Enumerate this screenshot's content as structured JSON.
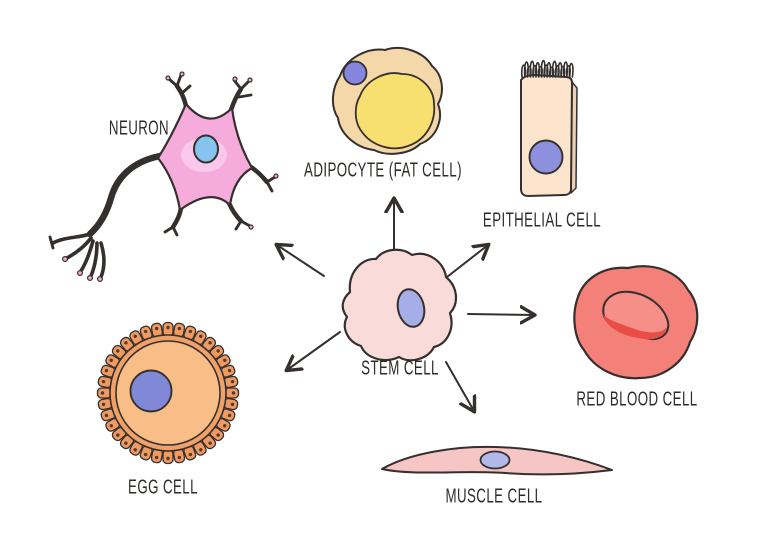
{
  "figure": {
    "background": "#ffffff",
    "center_cell": {
      "label": "STEM CELL"
    },
    "derived_cells": [
      {
        "id": "neuron",
        "label": "NEURON"
      },
      {
        "id": "adipocyte",
        "label": "ADIPOCYTE (FAT CELL)"
      },
      {
        "id": "epithelial",
        "label": "EPITHELIAL CELL"
      },
      {
        "id": "red_blood",
        "label": "RED BLOOD CELL"
      },
      {
        "id": "muscle",
        "label": "MUSCLE CELL"
      },
      {
        "id": "egg",
        "label": "EGG CELL"
      }
    ],
    "arrow_count": 6
  },
  "colors": {
    "ink": "#35302d",
    "label_text": "#2f2b28",
    "stem_body": "#f9dcd9",
    "stem_nucleus": "#a6aee8",
    "neuron_body": "#f6abdd",
    "neuron_body_light": "#fbd2ee",
    "neuron_nucleus": "#85c4ee",
    "adipocyte_body": "#f5d8a9",
    "adipocyte_droplet": "#f8e070",
    "adipocyte_nucleus": "#8486dd",
    "epithelial_body": "#fce4cd",
    "epithelial_side": "#f0d0b4",
    "epithelial_nucleus": "#8d90dd",
    "rbc_body": "#f4807a",
    "rbc_inner": "#f58f88",
    "rbc_crescent": "#ea4d44",
    "egg_follicle": "#ef9a62",
    "egg_band": "#f0a168",
    "egg_cytoplasm": "#f9bd87",
    "egg_nucleus": "#8189d6",
    "egg_follicle_dot": "#5a3a22",
    "muscle_body": "#f6c6c4",
    "muscle_nucleus": "#b3b8ea"
  }
}
